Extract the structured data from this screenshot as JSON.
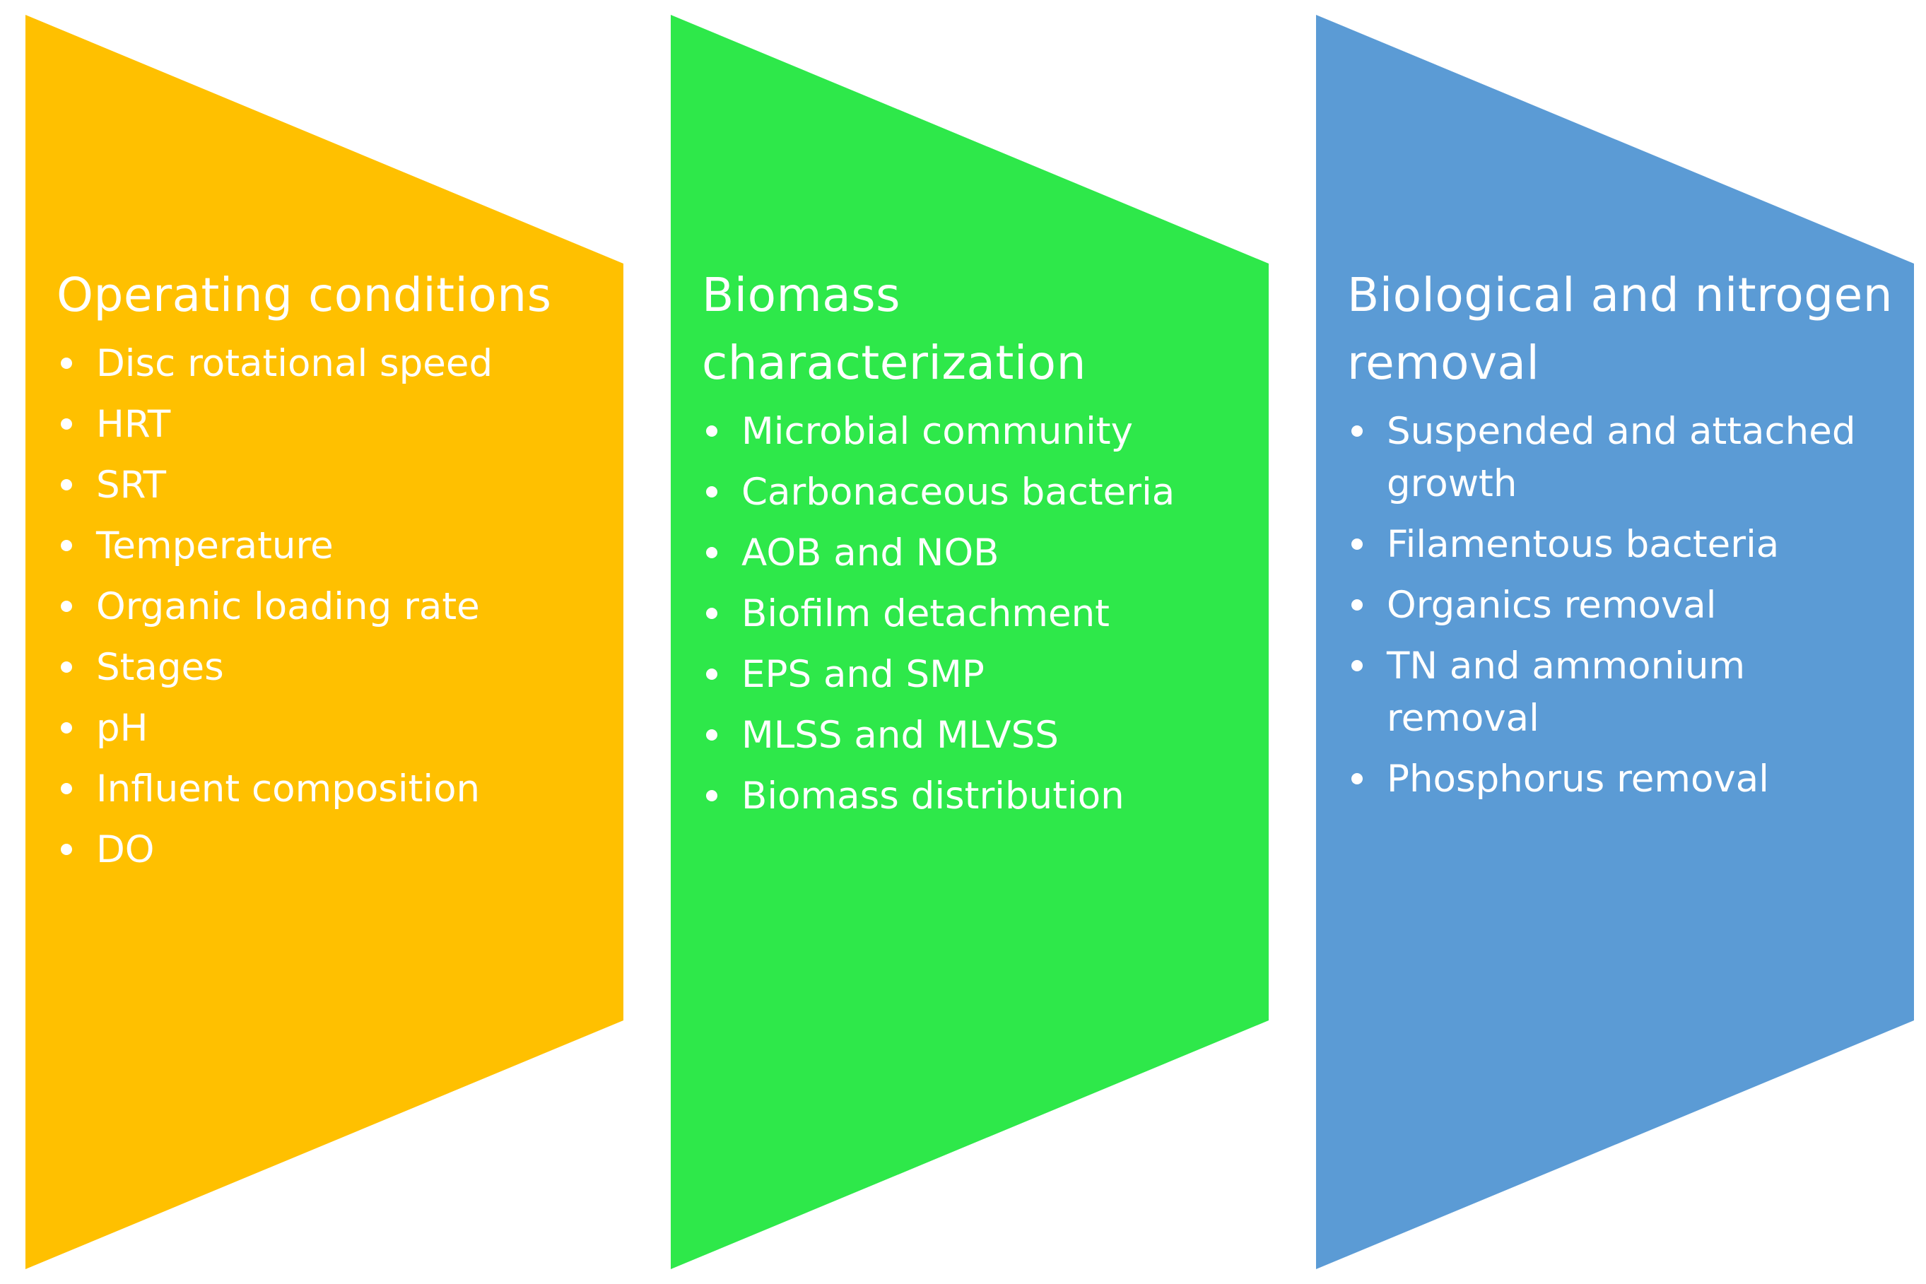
{
  "colors": {
    "panel1": "#FFC000",
    "panel2": "#2EE84A",
    "panel3": "#5B9BD5",
    "text": "#FFFFFF"
  },
  "panels": [
    {
      "title": "Operating conditions",
      "items": [
        "Disc rotational speed",
        "HRT",
        "SRT",
        "Temperature",
        "Organic loading rate",
        "Stages",
        "pH",
        "Influent composition",
        "DO"
      ]
    },
    {
      "title": "Biomass characterization",
      "items": [
        "Microbial community",
        "Carbonaceous bacteria",
        "AOB and NOB",
        "Biofilm detachment",
        "EPS and SMP",
        "MLSS and MLVSS",
        "Biomass distribution"
      ]
    },
    {
      "title": "Biological and nitrogen removal",
      "items": [
        "Suspended and attached growth",
        "Filamentous bacteria",
        "Organics removal",
        "TN and ammonium removal",
        "Phosphorus removal"
      ]
    }
  ]
}
